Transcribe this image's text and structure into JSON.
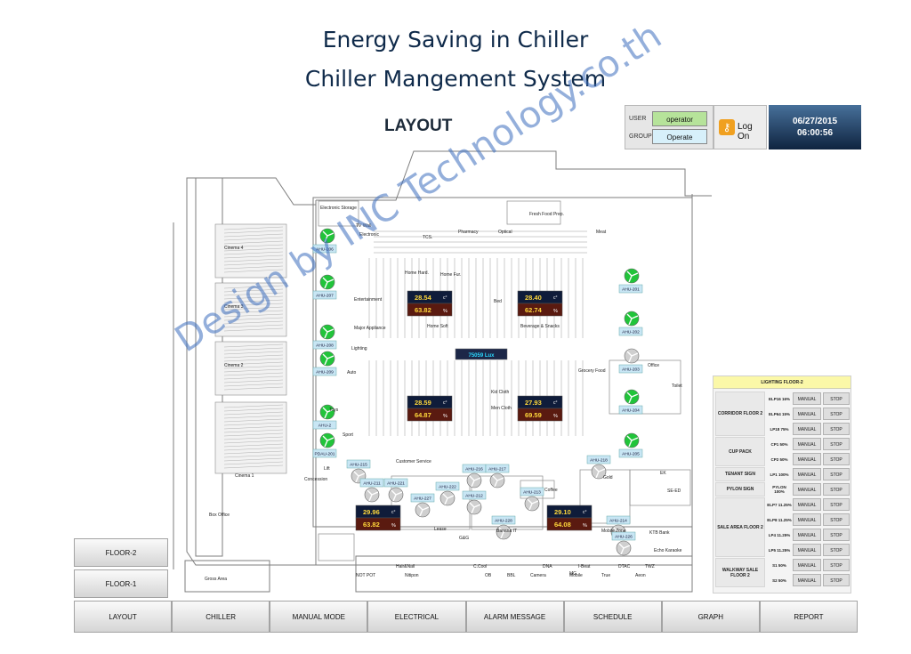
{
  "header": {
    "title": "Energy Saving in Chiller",
    "subtitle": "Chiller Mangement System",
    "section": "LAYOUT"
  },
  "login": {
    "user_label": "USER",
    "user_value": "operator",
    "group_label": "GROUP",
    "group_value": "Operate",
    "logon_label": "Log On",
    "date": "06/27/2015",
    "time": "06:00:56"
  },
  "watermark": "Design by INC Technology.co.th",
  "floor_plan": {
    "lux": "75059",
    "lux_unit": "Lux",
    "readings": [
      {
        "temp": "28.54",
        "hum": "63.82"
      },
      {
        "temp": "28.40",
        "hum": "62.74"
      },
      {
        "temp": "28.59",
        "hum": "64.87"
      },
      {
        "temp": "27.93",
        "hum": "69.59"
      },
      {
        "temp": "29.96",
        "hum": "63.82"
      },
      {
        "temp": "29.10",
        "hum": "64.08"
      }
    ],
    "temp_unit": "c°",
    "hum_unit": "%",
    "ahu_left": [
      "AHU-206",
      "AHU-207",
      "AHU-208",
      "AHU-209",
      "AHU-2",
      "PDAU-201"
    ],
    "ahu_right": [
      "AHU-201",
      "AHU-202",
      "AHU-203",
      "AHU-204",
      "AHU-205"
    ],
    "ahu_bottom": [
      "AHU-215",
      "AHU-211",
      "AHU-221",
      "AHU-227",
      "AHU-222",
      "AHU-216",
      "AHU-217",
      "AHU-212",
      "AHU-213",
      "AHU-228",
      "AHU-218",
      "AHU-214",
      "AHU-226"
    ],
    "zones": [
      "Electronic Storage",
      "TV Wall",
      "Electronic",
      "TCS.",
      "Pharmacy",
      "Optical",
      "Fresh Food Prep.",
      "Meat",
      "Home Hard.",
      "Home Fur.",
      "Bed",
      "Entertainment",
      "Home Soft",
      "Major Appliance",
      "Beverage & Snacks",
      "Lighting",
      "Office",
      "Grocery Food",
      "Auto",
      "Kid Cloth",
      "Men Cloth",
      "Toilet",
      "Toys",
      "Sport",
      "Customer Service",
      "Coffee",
      "Lease",
      "G&G",
      "Banana IT",
      "Mobile Zone",
      "KTB Bank",
      "Echo Karaoke",
      "Gold",
      "Cinema 4",
      "Cinema 3",
      "Cinema 2",
      "Cinema 1",
      "Concession",
      "Lift",
      "Box Office",
      "Gross Area",
      "NOT POT",
      "Nitipon",
      "C.Cool",
      "OB",
      "BBL",
      "Camera",
      "Mobile",
      "True",
      "Aeon",
      "DNA",
      "DTAC",
      "TWZ",
      "I-Beat",
      "MG",
      "Hair&Nail",
      "SE-ED",
      "EK"
    ]
  },
  "lighting": {
    "title": "LIGHTING FLOOR-2",
    "manual_label": "MANUAL",
    "stop_label": "STOP",
    "groups": [
      {
        "name": "CORRIDOR FLOOR 2",
        "items": [
          "ELP16 16%",
          "ELP64 15%",
          "LP18 75%"
        ]
      },
      {
        "name": "CUP PACK",
        "items": [
          "CP1 50%",
          "CP2 50%"
        ]
      },
      {
        "name": "TENANT SIGN",
        "items": [
          "LP1 100%"
        ]
      },
      {
        "name": "PYLON SIGN",
        "items": [
          "PYLON 100%"
        ]
      },
      {
        "name": "SALE AREA FLOOR 2",
        "items": [
          "ELP7 11.25%",
          "ELP8 11.25%",
          "LP4 11.25%",
          "LP5 11.25%"
        ]
      },
      {
        "name": "WALKWAY SALE FLOOR 2",
        "items": [
          "S1 50%",
          "S2 50%"
        ]
      }
    ]
  },
  "floors": [
    "FLOOR-2",
    "FLOOR-1"
  ],
  "nav": [
    "LAYOUT",
    "CHILLER",
    "MANUAL MODE",
    "ELECTRICAL",
    "ALARM MESSAGE",
    "SCHEDULE",
    "GRAPH",
    "REPORT"
  ]
}
